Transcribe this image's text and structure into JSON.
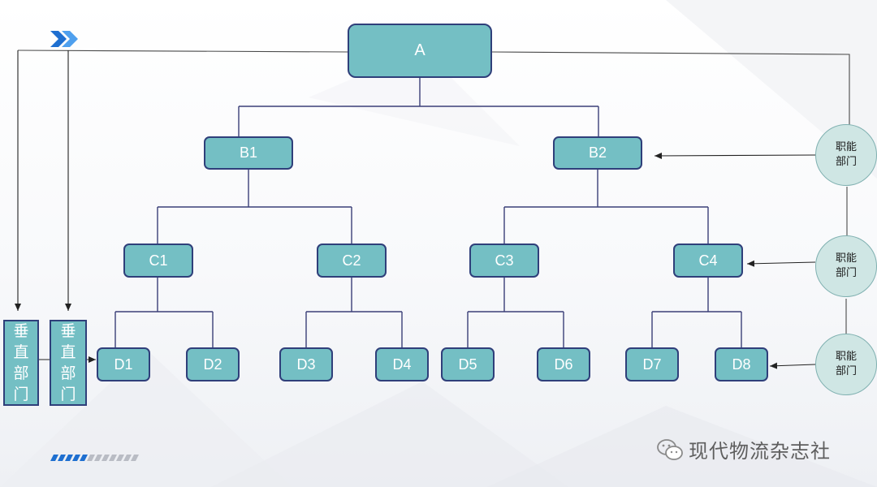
{
  "root": {
    "label": "A"
  },
  "level2": [
    {
      "label": "B1"
    },
    {
      "label": "B2"
    }
  ],
  "level3": [
    {
      "label": "C1"
    },
    {
      "label": "C2"
    },
    {
      "label": "C3"
    },
    {
      "label": "C4"
    }
  ],
  "level4": [
    {
      "label": "D1"
    },
    {
      "label": "D2"
    },
    {
      "label": "D3"
    },
    {
      "label": "D4"
    },
    {
      "label": "D5"
    },
    {
      "label": "D6"
    },
    {
      "label": "D7"
    },
    {
      "label": "D8"
    }
  ],
  "vertical_departments": [
    {
      "chars": [
        "垂",
        "直",
        "部",
        "门"
      ]
    },
    {
      "chars": [
        "垂",
        "直",
        "部",
        "门"
      ]
    }
  ],
  "functional_departments": [
    {
      "line1": "职能",
      "line2": "部门"
    },
    {
      "line1": "职能",
      "line2": "部门"
    },
    {
      "line1": "职能",
      "line2": "部门"
    }
  ],
  "watermark": {
    "text": "现代物流杂志社"
  },
  "colors": {
    "node_fill": "#74bfc4",
    "node_border": "#2f3f7a",
    "connector": "#3b3f78",
    "arrow": "#222222",
    "func_fill": "#cfe6e4",
    "accent_blue": "#1e6fd0"
  }
}
